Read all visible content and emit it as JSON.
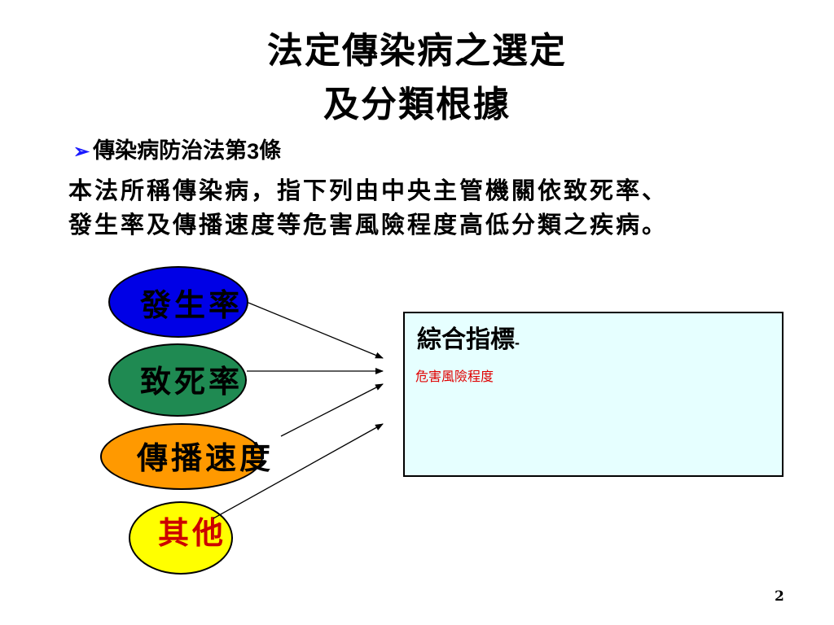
{
  "slide": {
    "title_line1": "法定傳染病之選定",
    "title_line2": "及分類根據",
    "bullet": {
      "icon": "arrow-bullet-icon",
      "text": "傳染病防治法第",
      "number": "3",
      "suffix": "條"
    },
    "body_line1": "本法所稱傳染病，指下列由中央主管機關依致死率、",
    "body_line2": "發生率及傳播速度等危害風險程度高低分類之疾病。",
    "page_number": "2"
  },
  "diagram": {
    "factors": [
      {
        "label": "發生率",
        "fill": "#0000e6",
        "text_color": "#000000"
      },
      {
        "label": "致死率",
        "fill": "#1f8a52",
        "text_color": "#000000"
      },
      {
        "label": "傳播速度",
        "fill": "#ff9900",
        "text_color": "#000000"
      },
      {
        "label": "其他",
        "fill": "#ffff00",
        "text_color": "#cc0000"
      }
    ],
    "result_box": {
      "title": "綜合指標",
      "title_suffix": "-",
      "subtitle": "危害風險程度",
      "background": "#e6ffff"
    }
  }
}
